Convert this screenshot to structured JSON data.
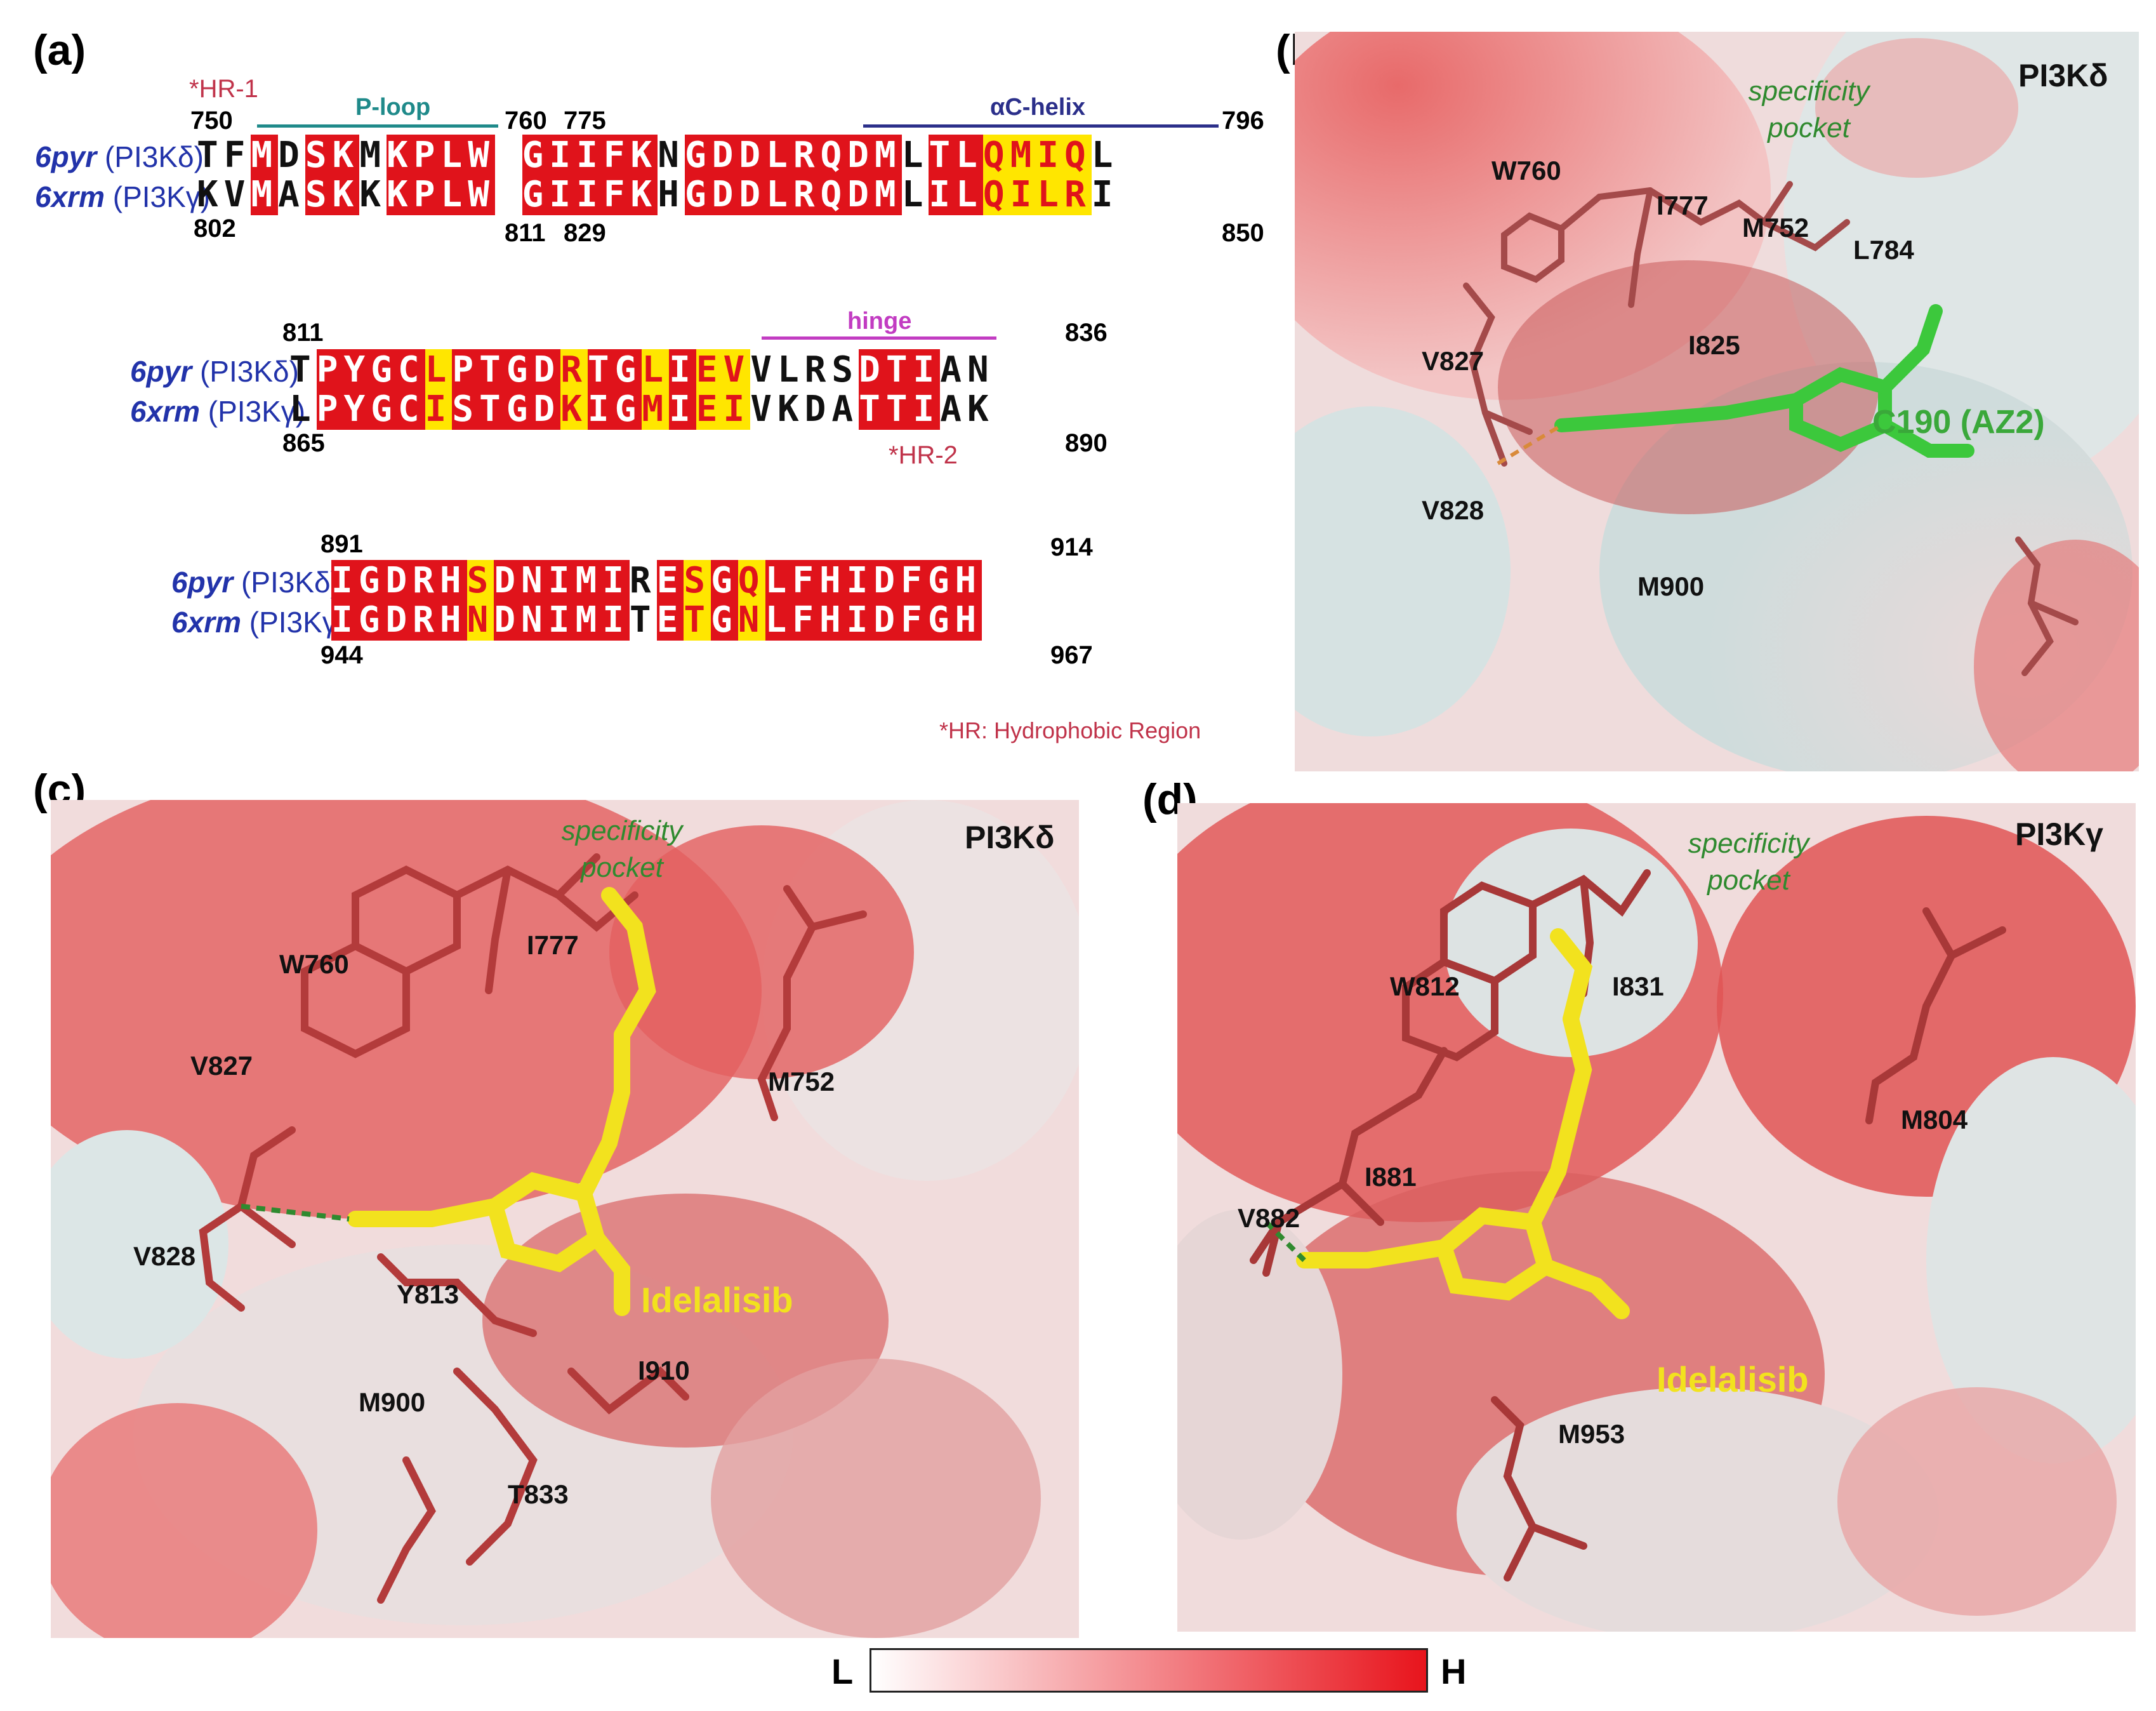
{
  "panel_labels": {
    "a": "(a)",
    "b": "(b)",
    "c": "(c)",
    "d": "(d)"
  },
  "alignment": {
    "hr1": "*HR-1",
    "hr2": "*HR-2",
    "legend_note": "*HR: Hydrophobic Region",
    "ploop": "P-loop",
    "achelix": "αC-helix",
    "hinge": "hinge",
    "names": {
      "pi3kd_id": "6pyr",
      "pi3kd_prot": "(PI3Kδ)",
      "pi3kg_id": "6xrm",
      "pi3kg_prot": "(PI3Kγ)"
    },
    "block1": {
      "n_top_start": "750",
      "n_top_mid": "760",
      "n_top_mid2": "775",
      "n_top_end": "796",
      "n_bot_start": "802",
      "n_bot_mid": "811",
      "n_bot_mid2": "829",
      "n_bot_end": "850",
      "row1": "TFMDSKMKPLW GIIFKNGDDLRQDMLTLQMIQL",
      "row2": "KVMASKKKPLW GIIFKHGDDLRQDMLILQILRI"
    },
    "block2": {
      "n_top_start": "811",
      "n_top_end": "836",
      "n_bot_start": "865",
      "n_bot_end": "890",
      "row1": "TPYGCLPTGDRTGLIEVVLRSDTIAN",
      "row2": "LPYGCISTGDKIGMIEIVKDATTIAK"
    },
    "block3": {
      "n_top_start": "891",
      "n_top_end": "914",
      "n_bot_start": "944",
      "n_bot_end": "967",
      "row1": "IGDRHSDNIMIRESGQLFHIDFGH",
      "row2": "IGDRHNDNIMITETGNLFHIDFGH"
    }
  },
  "panel_b": {
    "title": "PI3Kδ",
    "pocket": [
      "specificity",
      "pocket"
    ],
    "ligand": "C190 (AZ2)",
    "residues": [
      "W760",
      "I777",
      "M752",
      "L784",
      "V827",
      "I825",
      "V828",
      "M900"
    ]
  },
  "panel_c": {
    "title": "PI3Kδ",
    "pocket": [
      "specificity",
      "pocket"
    ],
    "ligand": "Idelalisib",
    "residues": [
      "W760",
      "I777",
      "M752",
      "V827",
      "V828",
      "Y813",
      "M900",
      "I910",
      "T833"
    ]
  },
  "panel_d": {
    "title": "PI3Kγ",
    "pocket": [
      "specificity",
      "pocket"
    ],
    "ligand": "Idelalisib",
    "residues": [
      "W812",
      "I831",
      "M804",
      "I881",
      "V882",
      "M953"
    ]
  },
  "scale": {
    "low": "L",
    "high": "H",
    "low_color": "#ffffff",
    "high_color": "#e8141c"
  },
  "colors": {
    "red": "#e0131b",
    "yellow": "#ffe600",
    "ligand_green": "#3cc83c",
    "ligand_yellow": "#f2e21e",
    "ploop": "#1f8a8a",
    "achelix": "#2b2f8a",
    "hinge": "#c23cc2"
  }
}
